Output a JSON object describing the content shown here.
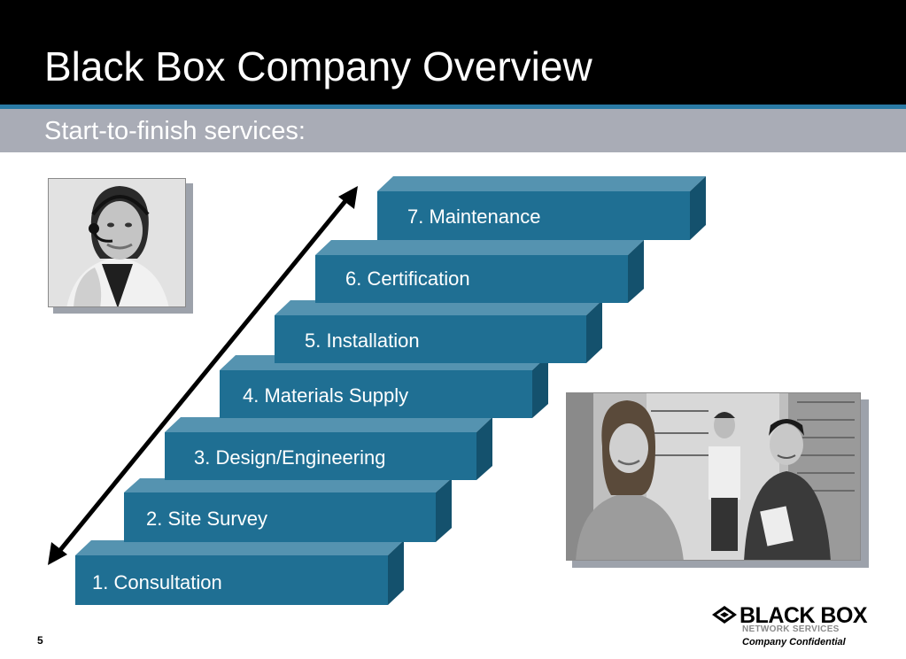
{
  "header": {
    "title": "Black Box Company Overview",
    "subtitle": "Start-to-finish services:"
  },
  "steps": [
    {
      "label": "1. Consultation"
    },
    {
      "label": "2. Site Survey"
    },
    {
      "label": "3. Design/Engineering"
    },
    {
      "label": "4. Materials Supply"
    },
    {
      "label": "5. Installation"
    },
    {
      "label": "6. Certification"
    },
    {
      "label": "7. Maintenance"
    }
  ],
  "footer": {
    "page_number": "5",
    "logo_name": "BLACK BOX",
    "logo_sub": "NETWORK SERVICES",
    "confidential": "Company Confidential"
  },
  "colors": {
    "header_bg": "#000000",
    "subtitle_band": "#a9acb6",
    "accent_line": "#2a7aa5",
    "step_front": "#1f6f93",
    "step_top": "#5593b0",
    "step_side": "#14516d"
  },
  "icons": [
    "double-arrow-icon",
    "black-box-diamond-icon"
  ]
}
